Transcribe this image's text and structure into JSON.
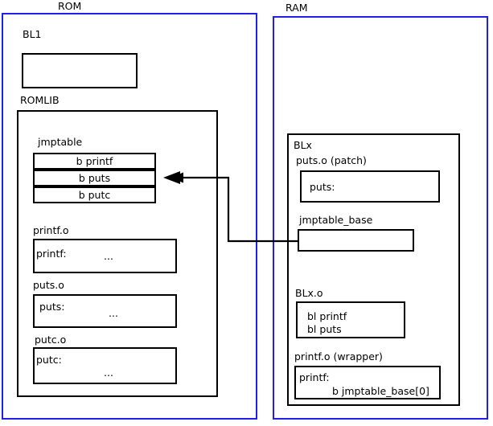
{
  "diagram": {
    "title_regions": [
      {
        "name": "ROM",
        "label": "ROM"
      },
      {
        "name": "RAM",
        "label": "RAM"
      }
    ]
  },
  "rom": {
    "label": "ROM",
    "bl1": {
      "label": "BL1",
      "body": ""
    },
    "romlib": {
      "label": "ROMLIB",
      "jmptable": {
        "label": "jmptable",
        "entries": [
          {
            "text": "b printf"
          },
          {
            "text": "b puts"
          },
          {
            "text": "b putc"
          }
        ]
      },
      "objects": [
        {
          "label": "printf.o",
          "symbol": "printf:",
          "ellipsis": "..."
        },
        {
          "label": "puts.o",
          "symbol": "puts:",
          "ellipsis": "..."
        },
        {
          "label": "putc.o",
          "symbol": "putc:",
          "ellipsis": "..."
        }
      ]
    }
  },
  "ram": {
    "label": "RAM",
    "blx": {
      "label": "BLx",
      "puts_patch": {
        "label": "puts.o (patch)",
        "symbol": "puts:"
      },
      "jmptable_base": {
        "label": "jmptable_base",
        "body": ""
      },
      "blx_o": {
        "label": "BLx.o",
        "line1": "bl printf",
        "line2": "bl puts"
      },
      "printf_wrapper": {
        "label": "printf.o (wrapper)",
        "symbol": "printf:",
        "branch": "b jmptable_base[0]"
      }
    }
  },
  "connector": {
    "name": "jmptable-base-to-b-puts-arrow",
    "from": "jmptable_base",
    "to": "b puts"
  },
  "colors": {
    "region_border": "#2020e8",
    "box_border": "#000000",
    "text": "#000000",
    "background": "#ffffff"
  }
}
